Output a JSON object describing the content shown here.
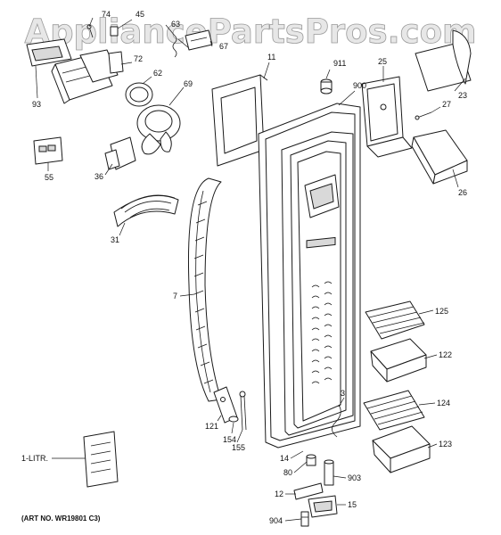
{
  "watermark": "AppliancePartsPros.com",
  "art_number": "(ART NO. WR19801 C3)",
  "callouts": {
    "c74": "74",
    "c45": "45",
    "c63": "63",
    "c67": "67",
    "c72": "72",
    "c62": "62",
    "c69": "69",
    "c93": "93",
    "c55": "55",
    "c36": "36",
    "c31": "31",
    "c11": "11",
    "c911": "911",
    "c900": "900",
    "c25": "25",
    "c23": "23",
    "c27": "27",
    "c26": "26",
    "c7": "7",
    "c125": "125",
    "c122": "122",
    "c124": "124",
    "c123": "123",
    "c3": "3",
    "c121": "121",
    "c154": "154",
    "c155": "155",
    "c1litr": "1-LITR.",
    "c14": "14",
    "c80": "80",
    "c903": "903",
    "c12": "12",
    "c15": "15",
    "c904": "904"
  }
}
